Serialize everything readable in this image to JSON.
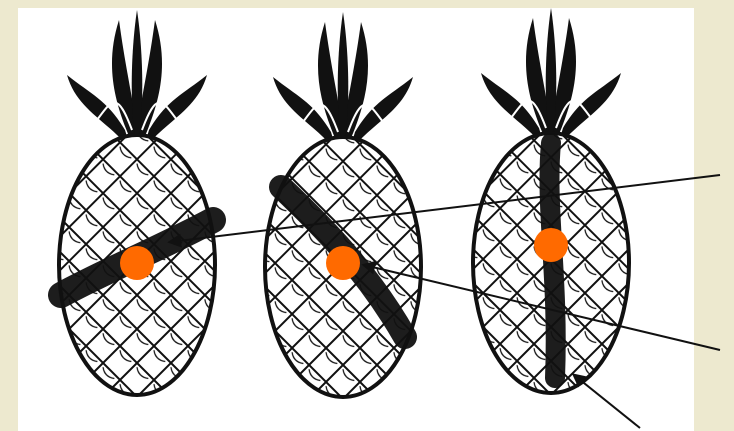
{
  "colors": {
    "background": "#ede9cf",
    "panel": "#ffffff",
    "marker": "#ff6a00",
    "ink": "#111111"
  },
  "diagram": {
    "pineapples": [
      {
        "id": "left",
        "cut_orientation": "diagonal-rising",
        "marker": "orange-dot"
      },
      {
        "id": "middle",
        "cut_orientation": "diagonal-falling",
        "marker": "orange-dot"
      },
      {
        "id": "right",
        "cut_orientation": "vertical",
        "marker": "orange-dot"
      }
    ],
    "arrows": [
      {
        "id": "arrow-to-left-cut",
        "target": "left"
      },
      {
        "id": "arrow-to-middle-cut",
        "target": "middle"
      },
      {
        "id": "arrow-to-right-cut",
        "target": "right"
      }
    ]
  }
}
